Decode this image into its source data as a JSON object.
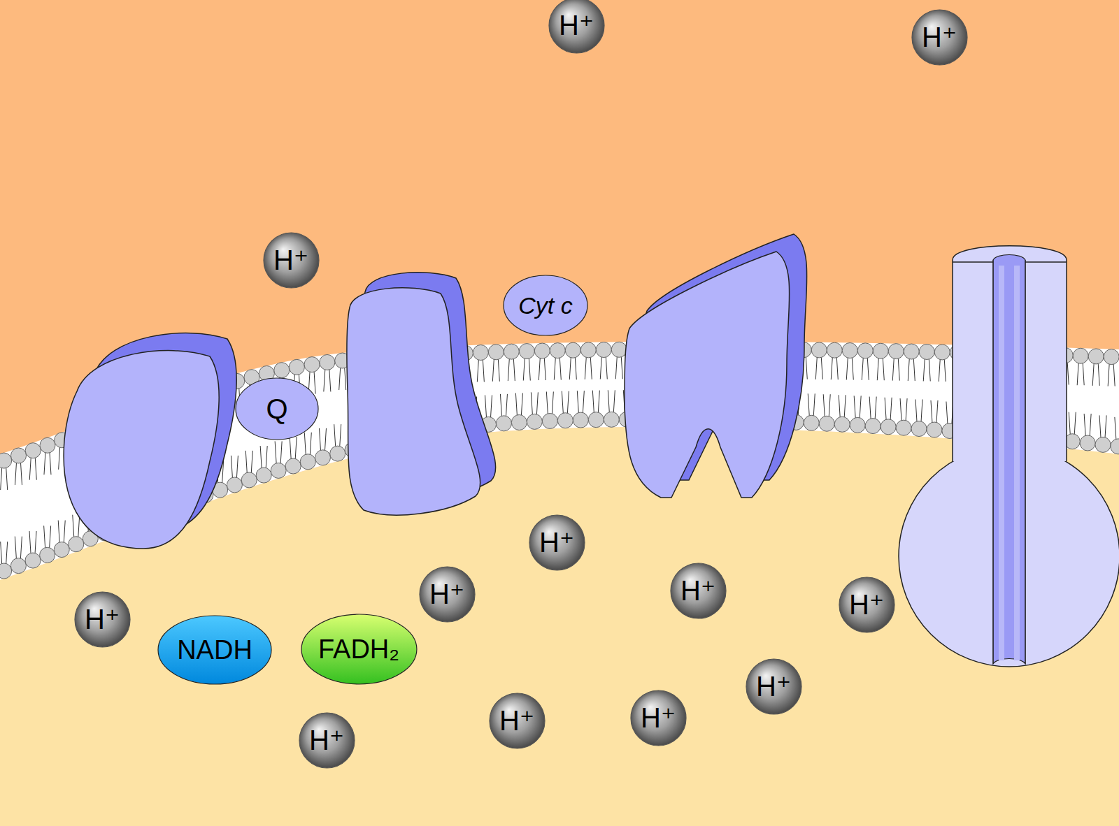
{
  "diagram": {
    "nodes": [
      {
        "text": [
          "H⁺"
        ]
      },
      {
        "text": [
          "H⁺"
        ]
      },
      {
        "text": [
          "H⁺"
        ]
      },
      {
        "text": [
          "Q"
        ]
      },
      {
        "text": [
          "Cyt c"
        ]
      },
      {
        "text": [
          "H⁺"
        ]
      },
      {
        "text": [
          "H⁺"
        ]
      },
      {
        "text": [
          "H⁺"
        ]
      },
      {
        "text": [
          "H⁺"
        ]
      },
      {
        "text": [
          "H⁺"
        ]
      },
      {
        "text": [
          "NADH"
        ]
      },
      {
        "text": [
          "FADH₂"
        ]
      },
      {
        "text": [
          "H⁺"
        ]
      },
      {
        "text": [
          "H⁺"
        ]
      },
      {
        "text": [
          "H⁺"
        ]
      },
      {
        "text": [
          "H⁺"
        ]
      }
    ]
  }
}
